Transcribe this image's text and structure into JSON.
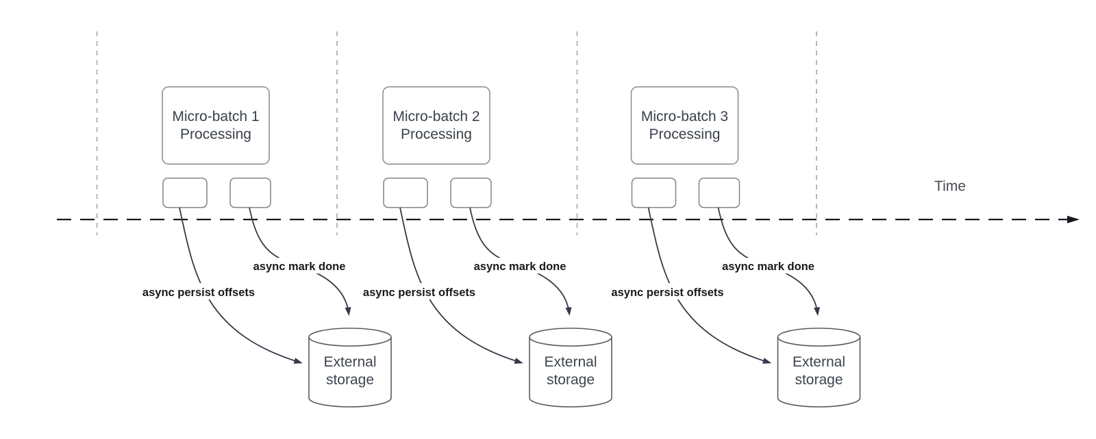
{
  "timeline": {
    "label": "Time"
  },
  "batches": [
    {
      "box_line1": "Micro-batch 1",
      "box_line2": "Processing",
      "persist_label": "async persist offsets",
      "mark_done_label": "async mark done",
      "storage_line1": "External",
      "storage_line2": "storage"
    },
    {
      "box_line1": "Micro-batch 2",
      "box_line2": "Processing",
      "persist_label": "async persist offsets",
      "mark_done_label": "async mark done",
      "storage_line1": "External",
      "storage_line2": "storage"
    },
    {
      "box_line1": "Micro-batch 3",
      "box_line2": "Processing",
      "persist_label": "async persist offsets",
      "mark_done_label": "async mark done",
      "storage_line1": "External",
      "storage_line2": "storage"
    }
  ],
  "colors": {
    "curve_dark": "#343a46",
    "axis_dark": "#16191f",
    "guide_gray": "#b3b6b9",
    "box_border_gray": "#85898f",
    "cylinder_border": "#565c63",
    "text_dark": "#3a404b",
    "bold_label_dark": "#17191d",
    "background": "#ffffff"
  }
}
